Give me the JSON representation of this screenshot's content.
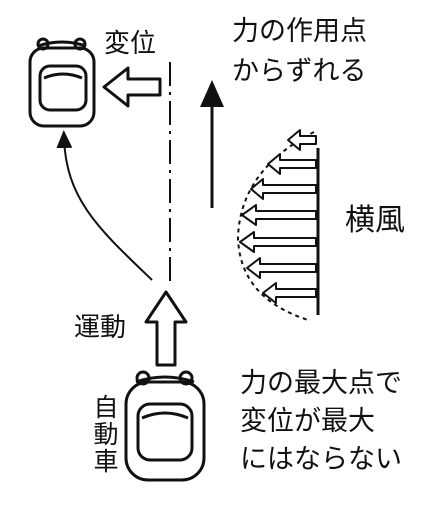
{
  "labels": {
    "displacement": "変位",
    "force_point_line1": "力の作用点",
    "force_point_line2": "からずれる",
    "crosswind": "横風",
    "motion": "運動",
    "car": "自動車",
    "note_line1": "力の最大点で",
    "note_line2": "変位が最大",
    "note_line3": "にはならない"
  },
  "colors": {
    "ink": "#111111",
    "background": "#ffffff"
  },
  "icons": {
    "car_top": "car-top-view-icon",
    "car_bottom": "car-top-view-icon",
    "arrow_displacement": "arrow-left-icon",
    "arrow_motion": "arrow-up-icon",
    "arrow_force_shift": "arrow-up-icon",
    "wind_arrows": "arrow-left-icon"
  }
}
